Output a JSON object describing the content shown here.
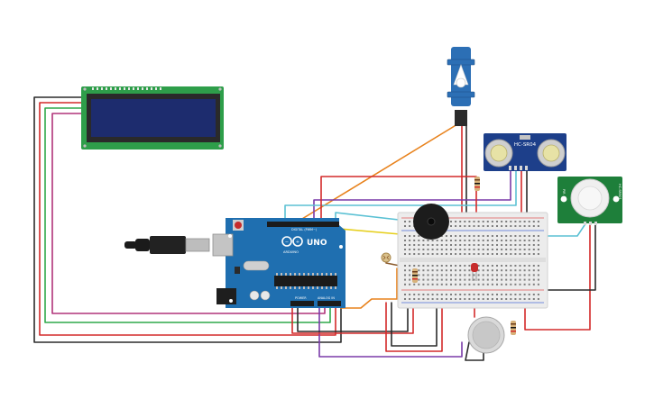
{
  "board": {
    "brand_text": "ARDUINO",
    "model_text": "UNO",
    "digital_label": "DIGITAL (PWM~)",
    "power_label": "POWER",
    "analog_label": "ANALOG IN",
    "icon": "arduino-infinity-logo",
    "color": "#1f6fb0"
  },
  "ultrasonic": {
    "model_text": "HC-SR04",
    "color": "#1d3f8a"
  },
  "pir": {
    "left_text": "PIR",
    "right_text": "HC-SR501",
    "color": "#1e7f3a"
  },
  "lcd": {
    "color": "#2e9e4a",
    "screen_color": "#1d2c6e"
  },
  "servo": {
    "color": "#2c6fb5"
  },
  "wire_colors": {
    "red": "#d32a2a",
    "black": "#2b2b2b",
    "green": "#2fa84a",
    "magenta": "#b0337a",
    "orange": "#e8821c",
    "purple": "#7a3aa8",
    "cyan": "#5bc1d4",
    "yellow": "#e6cf1c",
    "brown": "#8a5a2b"
  }
}
